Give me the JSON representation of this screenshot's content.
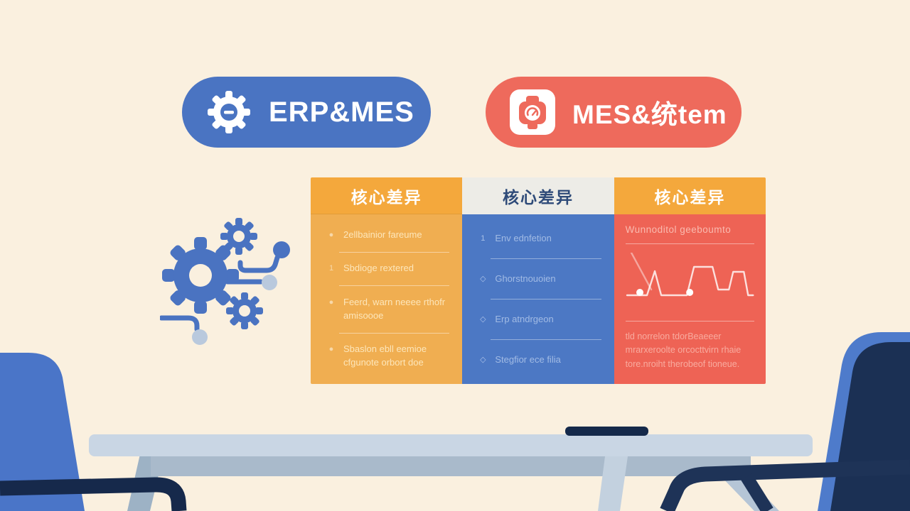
{
  "badges": {
    "left": {
      "label": "ERP&MES",
      "bg": "#4A74C2",
      "icon": "gear-minus-icon"
    },
    "right": {
      "label": "MES&统tem",
      "bg": "#EE6A5C",
      "icon": "camera-gauge-icon"
    }
  },
  "table": {
    "columns": [
      {
        "header": "核心差异",
        "header_bg": "#F4A83C",
        "body_bg": "#F0AE51",
        "rows": [
          {
            "marker": "●",
            "text": "2ellbainior fareume"
          },
          {
            "marker": "1",
            "text": "Sbdioge rextered"
          },
          {
            "marker": "●",
            "text": "Feerd, warn neeee rthofr amisoooe"
          },
          {
            "marker": "●",
            "text": "Sbaslon ebll eemioe cfgunote orbort doe"
          }
        ]
      },
      {
        "header": "核心差异",
        "header_bg": "#EDECE7",
        "body_bg": "#4C78C4",
        "rows": [
          {
            "marker": "1",
            "text": "Env ednfetion"
          },
          {
            "marker": "◇",
            "text": "Ghorstnouoien"
          },
          {
            "marker": "◇",
            "text": "Erp atndrgeon"
          },
          {
            "marker": "◇",
            "text": "Stegfior ece filia"
          }
        ]
      },
      {
        "header": "核心差异",
        "header_bg": "#F4A83C",
        "body_bg": "#EE6355",
        "title": "Wunnoditol geeboumto",
        "paragraph": "tld norrelon tdorBeaeeer mrarxeroolte orcocttvirn rhaie tore.nroiht therobeof tioneue."
      }
    ]
  },
  "colors": {
    "background": "#FAF0DF",
    "accent_blue": "#4A74C2",
    "accent_red": "#EE6A5C",
    "accent_orange": "#F4A83C",
    "desk": "#C9D6E4",
    "navy": "#16294B"
  }
}
